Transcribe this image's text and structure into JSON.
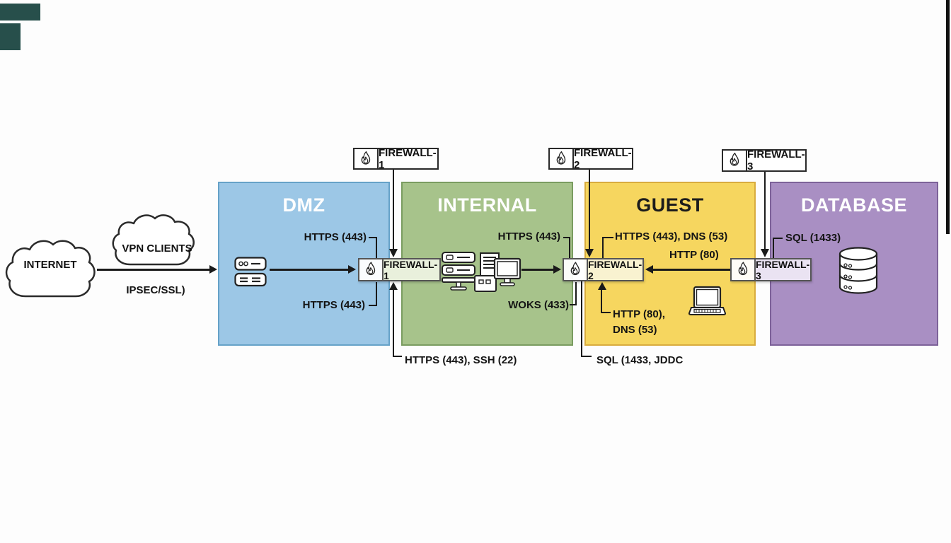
{
  "clouds": {
    "internet": "INTERNET",
    "vpn": "VPN CLIENTS"
  },
  "zones": [
    {
      "title": "DMZ",
      "fill": "#9cc7e6",
      "border": "#66a2c8",
      "title_color": "#ffffff"
    },
    {
      "title": "INTERNAL",
      "fill": "#a7c38b",
      "border": "#7a9c60",
      "title_color": "#ffffff"
    },
    {
      "title": "GUEST",
      "fill": "#f6d65f",
      "border": "#d9ac3e",
      "title_color": "#1c1c1c"
    },
    {
      "title": "DATABASE",
      "fill": "#a98fc3",
      "border": "#7d6299",
      "title_color": "#ffffff"
    }
  ],
  "firewalls": [
    {
      "name": "FIREWALL-1"
    },
    {
      "name": "FIREWALL-2"
    },
    {
      "name": "FIREWALL-3"
    }
  ],
  "connections": {
    "internet_to_dmz": "IPSEC/SSL)",
    "dmz_to_fw1_top": "HTTPS (443)",
    "dmz_to_fw1_bottom": "HTTPS (443)",
    "internal_to_fw2_top": "HTTPS (443)",
    "internal_to_fw2_bottom": "WOKS (433)",
    "guest_to_fw2_top": "HTTPS (443), DNS (53)",
    "fw3_to_fw2": "HTTP (80)",
    "guest_to_fw2_bottom_line1": "HTTP (80),",
    "guest_to_fw2_bottom_line2": "DNS (53)",
    "database_to_fw3": "SQL (1433)",
    "fw1_south": "HTTPS (443), SSH (22)",
    "fw2_south": "SQL (1433, JDDC"
  },
  "icons": {
    "firewall": "flame-icon",
    "internet": "cloud-icon",
    "vpn": "cloud-icon",
    "dmz_host": "server-icon",
    "internal_hosts": "server-workstation-icon",
    "guest_host": "laptop-icon",
    "database_host": "database-cylinder-icon"
  },
  "palette": {
    "line": "#1a1a1a",
    "fw1_node_tint": "#e9f0dc",
    "fw2_node_tint": "#f9f2d0",
    "fw3_node_tint": "#eae3f2",
    "corner_mark": "#274f4b",
    "background": "#fdfdfd"
  }
}
